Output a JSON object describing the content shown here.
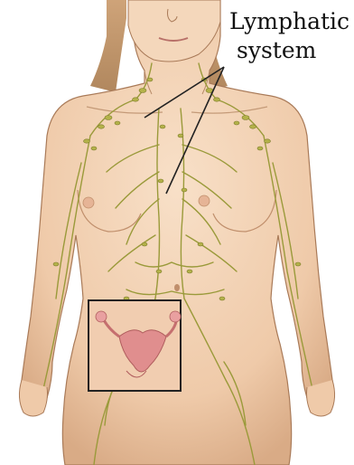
{
  "diagram": {
    "label_line1": "Lymphatic",
    "label_line2": "system",
    "colors": {
      "skin": "#f3d3b6",
      "skin_shadow": "#d9ab86",
      "outline": "#a97a58",
      "hair": "#b98a5a",
      "lymph": "#9a9a3a",
      "node": "#b4b24a",
      "uterus": "#e08e8e",
      "box": "#222222",
      "leader": "#222222"
    },
    "icon": "lymphatic-system-anatomy-illustration"
  }
}
